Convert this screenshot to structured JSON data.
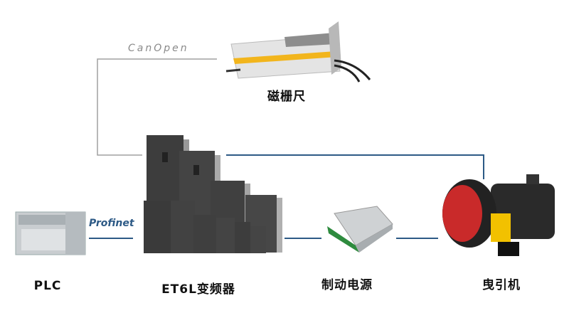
{
  "protocols": {
    "canopen": "CanOpen",
    "profinet": "Profinet"
  },
  "devices": {
    "encoder": "磁栅尺",
    "plc": "PLC",
    "inverter": "ET6L变频器",
    "brake_power": "制动电源",
    "traction_machine": "曳引机"
  },
  "colors": {
    "canopen_line": "#9a9a9a",
    "bus_line": "#2d5a86",
    "profinet_text": "#2d5a86",
    "canopen_text": "#8a8a8a"
  }
}
